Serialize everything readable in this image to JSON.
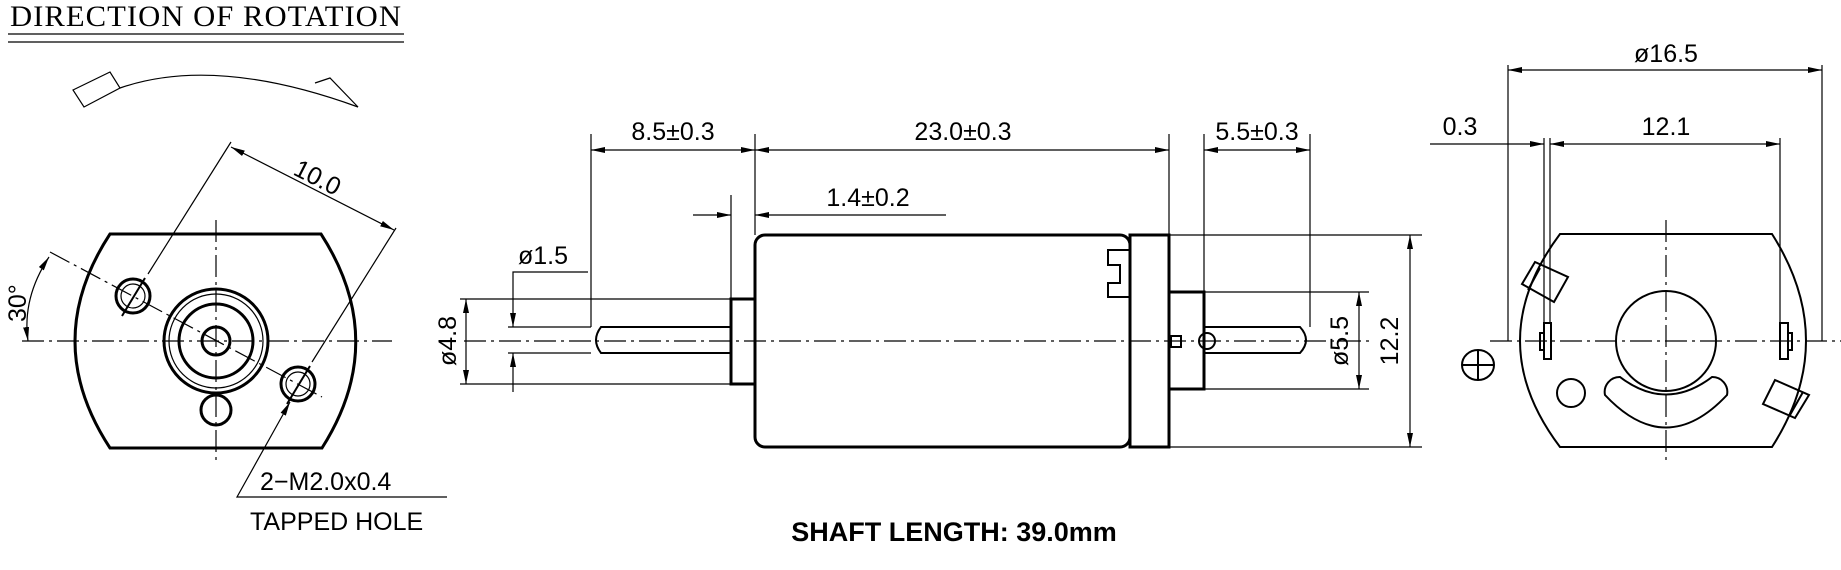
{
  "title": "DIRECTION OF ROTATION",
  "front_view": {
    "angle_label": "30°",
    "hole_spacing_label": "10.0",
    "tapped_hole_spec": "2−M2.0x0.4",
    "tapped_hole_label": "TAPPED HOLE"
  },
  "side_view": {
    "shaft_front_length": "8.5±0.3",
    "body_length": "23.0±0.3",
    "flange_length": "1.4±0.2",
    "rear_shaft_length": "5.5±0.3",
    "shaft_diameter": "ø1.5",
    "flange_diameter": "ø4.8",
    "rear_boss_diameter": "ø5.5",
    "body_height": "12.2",
    "shaft_length_note": "SHAFT LENGTH: 39.0mm"
  },
  "rear_view": {
    "outer_diameter": "ø16.5",
    "terminal_spacing": "12.1",
    "terminal_thickness": "0.3"
  }
}
